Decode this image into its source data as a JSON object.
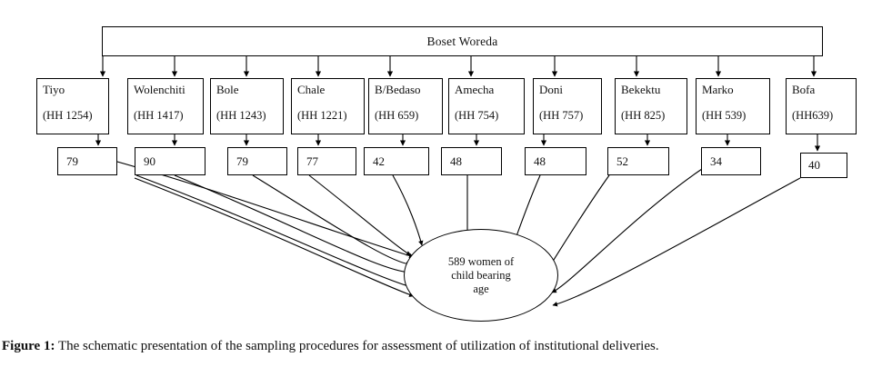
{
  "figure": {
    "root": {
      "label": "Boset Woreda"
    },
    "kebeles": [
      {
        "name": "Tiyo",
        "hh": "(HH 1254)",
        "sample": "79"
      },
      {
        "name": "Wolenchiti",
        "hh": "(HH 1417)",
        "sample": "90"
      },
      {
        "name": "Bole",
        "hh": "(HH 1243)",
        "sample": "79"
      },
      {
        "name": "Chale",
        "hh": "(HH 1221)",
        "sample": "77"
      },
      {
        "name": "B/Bedaso",
        "hh": "(HH 659)",
        "sample": "42"
      },
      {
        "name": "Amecha",
        "hh": "(HH 754)",
        "sample": "48"
      },
      {
        "name": "Doni",
        "hh": "(HH 757)",
        "sample": "48"
      },
      {
        "name": "Bekektu",
        "hh": "(HH 825)",
        "sample": "52"
      },
      {
        "name": "Marko",
        "hh": "(HH 539)",
        "sample": "34"
      },
      {
        "name": "Bofa",
        "hh": "(HH639)",
        "sample": "40"
      }
    ],
    "target": {
      "line1": "589 women of",
      "line2": "child bearing",
      "line3": "age",
      "text": "589 women of child bearing age"
    },
    "caption": {
      "label": "Figure 1:",
      "text": " The schematic presentation of the sampling procedures for assessment of utilization of institutional deliveries."
    },
    "colors": {
      "stroke": "#000000",
      "background": "#ffffff",
      "text": "#111111"
    }
  }
}
